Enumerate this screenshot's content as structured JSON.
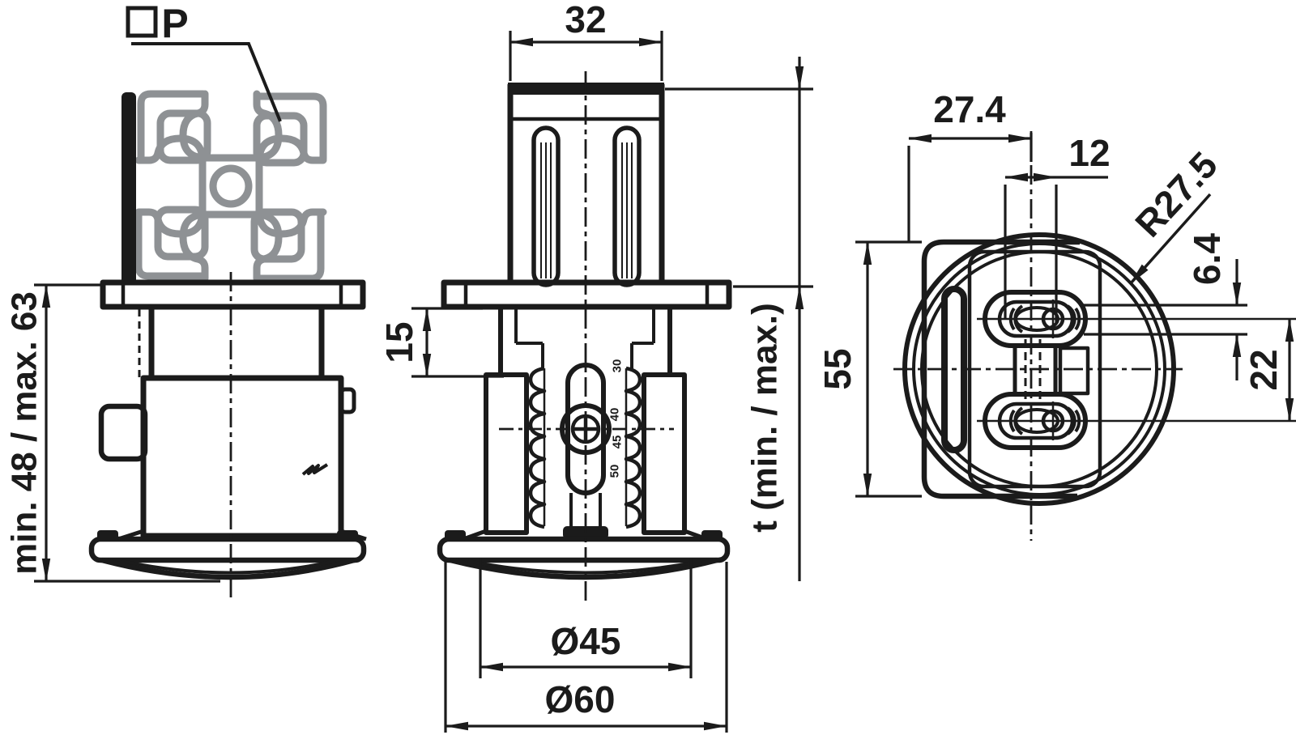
{
  "drawing": {
    "profile_label": "P",
    "side_view": {
      "height_range": "min. 48 / max. 63"
    },
    "front_view": {
      "tenon_width": "32",
      "plate_to_step": "15",
      "base_inner_dia": "Ø45",
      "base_outer_dia": "Ø60",
      "thread_depth": "t (min. / max.)",
      "scale_marks": [
        "30",
        "40",
        "45",
        "50"
      ]
    },
    "top_view": {
      "edge_to_center": "27.4",
      "slot_width": "12",
      "base_radius": "R27.5",
      "slot_height": "6.4",
      "plate_size": "55",
      "hole_spacing": "22"
    },
    "colors": {
      "ink": "#1b1b1b",
      "profile_gray": "#8e9194",
      "background": "#ffffff"
    }
  }
}
